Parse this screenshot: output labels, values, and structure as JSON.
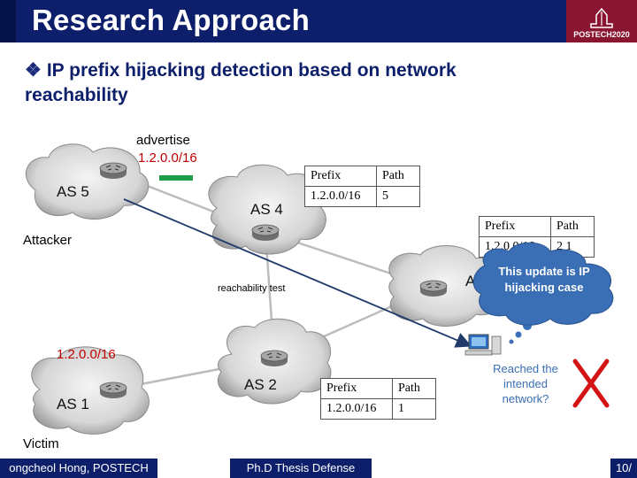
{
  "header": {
    "title": "Research Approach",
    "logo_text": "POSTECH2020"
  },
  "bullet": {
    "text": "IP prefix hijacking detection based on network reachability"
  },
  "diagram": {
    "advertise_label": "advertise",
    "advertise_prefix": "1.2.0.0/16",
    "victim_prefix": "1.2.0.0/16",
    "as5": "AS 5",
    "as4": "AS 4",
    "as2": "AS 2",
    "as1": "AS 1",
    "as3_partial": "AS",
    "attacker": "Attacker",
    "victim": "Victim",
    "reachability_test": "reachability test",
    "reached_q": "Reached the intended network?",
    "callout": "This update is IP hijacking case"
  },
  "tables": {
    "as4": {
      "prefix_h": "Prefix",
      "path_h": "Path",
      "prefix": "1.2.0.0/16",
      "path": "5"
    },
    "as3": {
      "prefix_h": "Prefix",
      "path_h": "Path",
      "prefix": "1.2.0.0/16",
      "path": "2 1"
    },
    "as2": {
      "prefix_h": "Prefix",
      "path_h": "Path",
      "prefix": "1.2.0.0/16",
      "path": "1"
    }
  },
  "footer": {
    "author": "ongcheol Hong, POSTECH",
    "event": "Ph.D Thesis Defense",
    "page": "10/"
  },
  "colors": {
    "header_bg": "#0d1f6b",
    "logo_bg": "#8a1530",
    "prefix_red": "#c00000",
    "callout_blue": "#3a6fb5",
    "advertise_green": "#1e9e4a",
    "cross_red": "#d41414"
  }
}
